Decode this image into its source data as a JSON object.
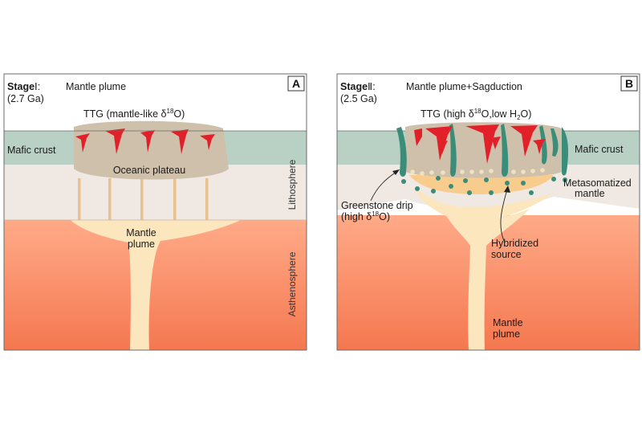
{
  "panelA": {
    "letter": "A",
    "stage_bold": "Stage",
    "stage_roman": "Ⅰ:",
    "stage_title": "Mantle plume",
    "age": "(2.7 Ga)",
    "ttg_pre": "TTG (mantle-like δ",
    "ttg_sup": "18",
    "ttg_post": "O)",
    "mafic_crust": "Mafic crust",
    "oceanic_plateau": "Oceanic plateau",
    "plume_line1": "Mantle",
    "plume_line2": "plume",
    "lithosphere": "Lithosphere",
    "asthenosphere": "Asthenosphere"
  },
  "panelB": {
    "letter": "B",
    "stage_bold": "Stage",
    "stage_roman": "Ⅱ:",
    "stage_title": "Mantle plume+Sagduction",
    "age": "(2.5 Ga)",
    "ttg_pre": "TTG (high δ",
    "ttg_sup": "18",
    "ttg_mid": "O,low H",
    "ttg_sub": "2",
    "ttg_post": "O)",
    "mafic_crust": "Mafic crust",
    "meta_line1": "Metasomatized",
    "meta_line2": "mantle",
    "drip_line1": "Greenstone drip",
    "drip_line2_pre": "(high δ",
    "drip_line2_sup": "18",
    "drip_line2_post": "O)",
    "hybrid_line1": "Hybridized",
    "hybrid_line2": "source",
    "plume_line1": "Mantle",
    "plume_line2": "plume"
  },
  "colors": {
    "crust": "#b9d0c4",
    "lithosphere": "#efe8e3",
    "plateau": "#cfc0ac",
    "ttg": "#e2202a",
    "plume": "#fbe6bd",
    "asthenosphere_top": "#ff9e7a",
    "asthenosphere_bottom": "#f47a52",
    "greenstone": "#3a8d78",
    "frame": "#6b6b6b"
  }
}
